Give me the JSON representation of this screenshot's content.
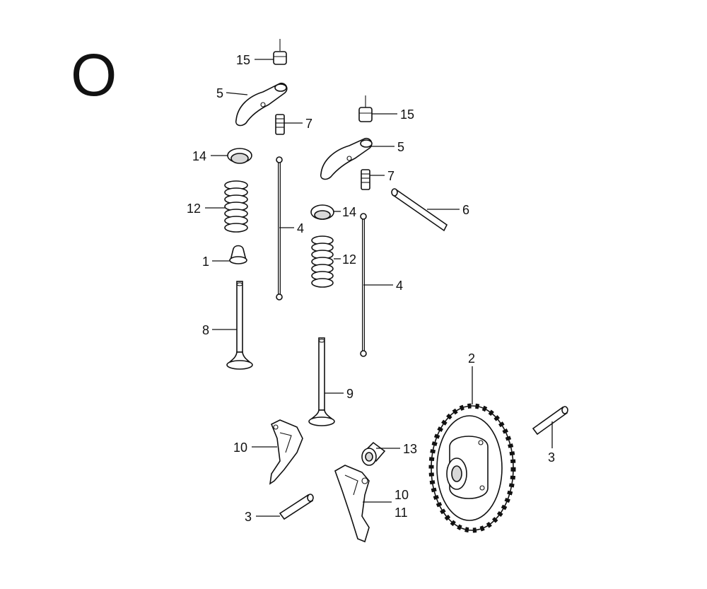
{
  "section_letter": "O",
  "callouts": {
    "c15a": "15",
    "c5a": "5",
    "c7a": "7",
    "c15b": "15",
    "c5b": "5",
    "c14a": "14",
    "c7b": "7",
    "c6": "6",
    "c12a": "12",
    "c4a": "4",
    "c14b": "14",
    "c1": "1",
    "c12b": "12",
    "c4b": "4",
    "c8": "8",
    "c2": "2",
    "c9": "9",
    "c3a": "3",
    "c10a": "10",
    "c13": "13",
    "c10b": "10",
    "c11": "11",
    "c3b": "3"
  }
}
